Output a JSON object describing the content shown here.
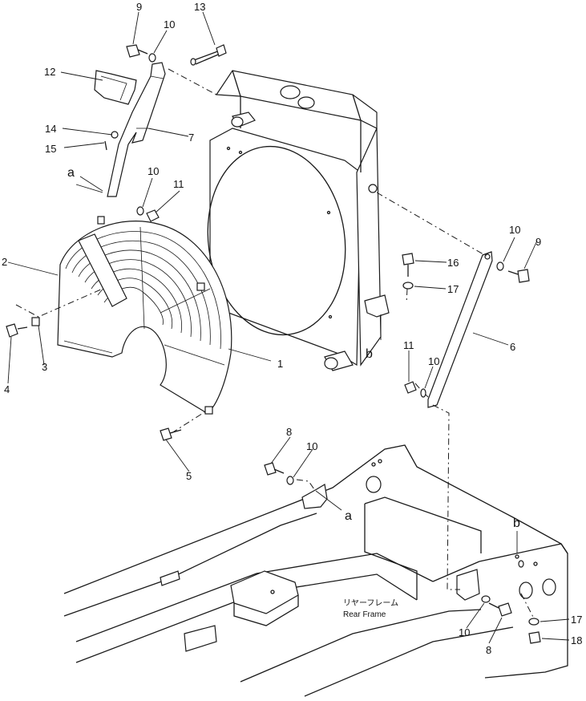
{
  "diagram": {
    "callouts": [
      "1",
      "2",
      "3",
      "4",
      "5",
      "6",
      "7",
      "8",
      "8",
      "9",
      "9",
      "10",
      "10",
      "10",
      "10",
      "10",
      "10",
      "11",
      "11",
      "12",
      "13",
      "14",
      "15",
      "16",
      "17",
      "17",
      "18"
    ],
    "refs": [
      "a",
      "a",
      "b",
      "b"
    ],
    "frame_label_jp": "リヤーフレーム",
    "frame_label_en": "Rear Frame"
  }
}
